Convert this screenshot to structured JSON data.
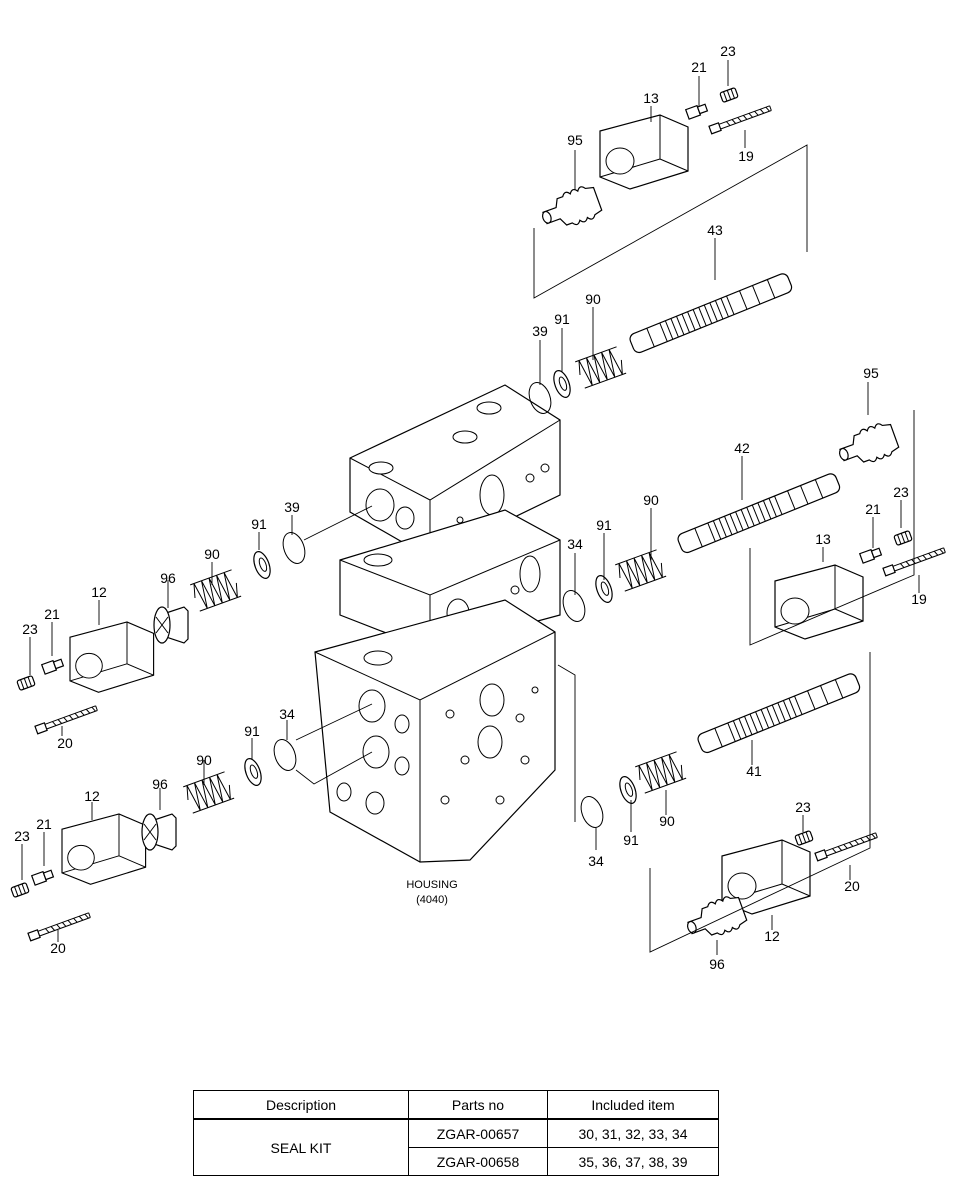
{
  "housing": {
    "label": "HOUSING",
    "code": "(4040)"
  },
  "callouts": {
    "c95a": "95",
    "c13a": "13",
    "c21a": "21",
    "c23a": "23",
    "c19a": "19",
    "c43": "43",
    "c39a": "39",
    "c91a": "91",
    "c90a": "90",
    "c95b": "95",
    "c42": "42",
    "c90b": "90",
    "c91b": "91",
    "c34a": "34",
    "c23b": "23",
    "c21b": "21",
    "c13b": "13",
    "c19b": "19",
    "c39b": "39",
    "c91c": "91",
    "c90c": "90",
    "c96a": "96",
    "c12a": "12",
    "c21c": "21",
    "c23c": "23",
    "c20a": "20",
    "c34b": "34",
    "c91d": "91",
    "c90d": "90",
    "c96b": "96",
    "c12b": "12",
    "c23d": "23",
    "c21d": "21",
    "c20b": "20",
    "c41": "41",
    "c91e": "91",
    "c90e": "90",
    "c34c": "34",
    "c23e": "23",
    "c20c": "20",
    "c12c": "12",
    "c96c": "96"
  },
  "seal_table": {
    "headers": [
      "Description",
      "Parts no",
      "Included item"
    ],
    "description": "SEAL KIT",
    "rows": [
      {
        "parts_no": "ZGAR-00657",
        "items": "30, 31, 32, 33, 34"
      },
      {
        "parts_no": "ZGAR-00658",
        "items": "35, 36, 37, 38, 39"
      }
    ]
  }
}
